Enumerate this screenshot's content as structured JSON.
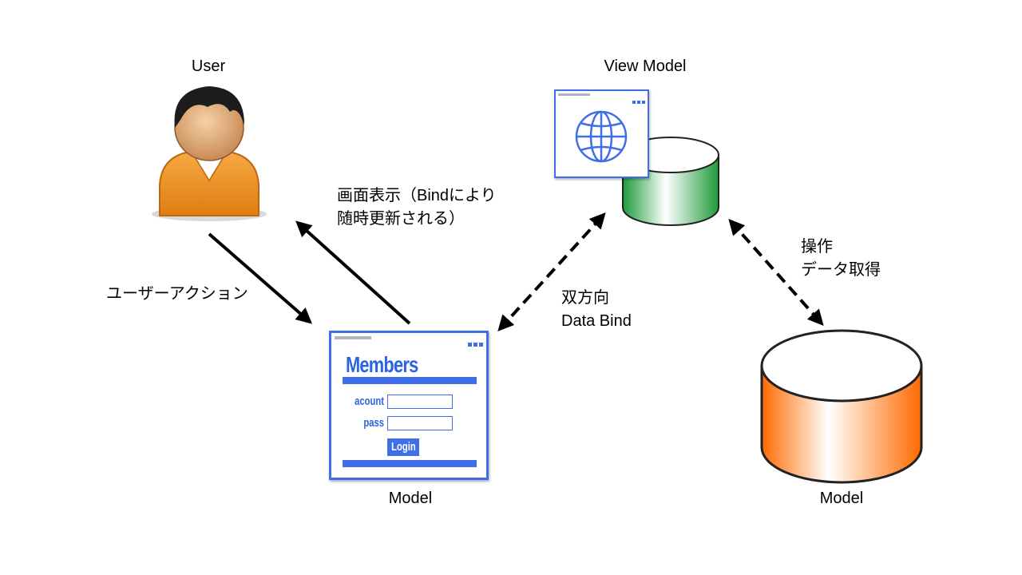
{
  "user": {
    "label": "User",
    "icon": "user-avatar-icon"
  },
  "view_model": {
    "label": "View Model",
    "icon": "globe-icon",
    "db_color": "#1f9a3a"
  },
  "model_view": {
    "label": "Model",
    "window": {
      "title": "Members",
      "account_label": "acount",
      "pass_label": "pass",
      "login_label": "Login"
    }
  },
  "model_db": {
    "label": "Model",
    "db_color": "#ff6a00"
  },
  "edges": {
    "display": {
      "line1": "画面表示（Bindにより",
      "line2": "随時更新される）"
    },
    "action": {
      "label": "ユーザーアクション"
    },
    "binding": {
      "line1": "双方向",
      "line2": "Data Bind"
    },
    "operation": {
      "line1": "操作",
      "line2": "データ取得"
    }
  },
  "colors": {
    "accent": "#3f6fe8",
    "arrow": "#000000"
  }
}
